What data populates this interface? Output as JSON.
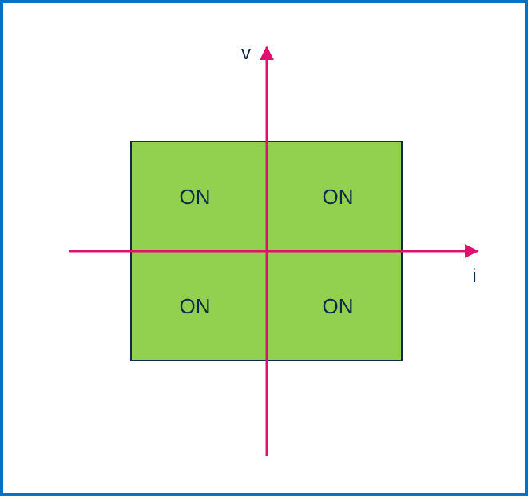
{
  "diagram": {
    "axes": {
      "vertical_label": "v",
      "horizontal_label": "i"
    },
    "quadrants": {
      "top_left": "ON",
      "top_right": "ON",
      "bottom_left": "ON",
      "bottom_right": "ON"
    },
    "colors": {
      "border": "#0A71C2",
      "region_fill": "#92D050",
      "region_stroke": "#0E2A47",
      "axis": "#E0106F",
      "text": "#0E2A47"
    }
  }
}
